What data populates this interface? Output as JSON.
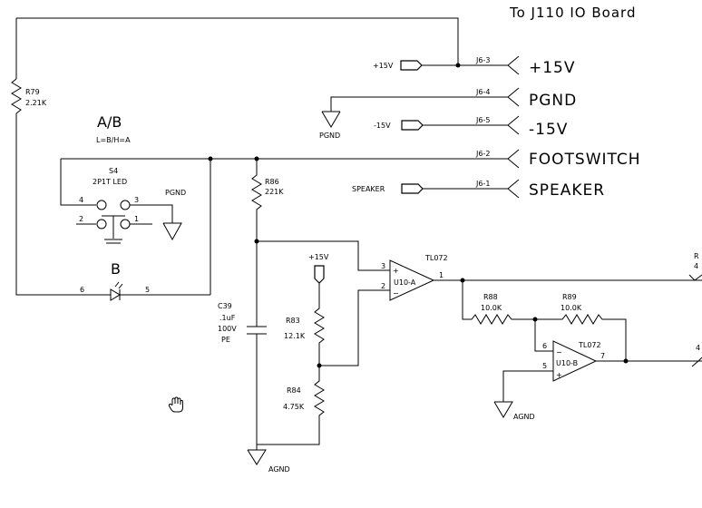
{
  "title": "To J110 IO Board",
  "connectors": [
    {
      "net": "+15V",
      "pin": "J6-3",
      "label": "+15V"
    },
    {
      "net": "",
      "pin": "J6-4",
      "label": "PGND"
    },
    {
      "net": "-15V",
      "pin": "J6-5",
      "label": "-15V"
    },
    {
      "net": "",
      "pin": "J6-2",
      "label": "FOOTSWITCH"
    },
    {
      "net": "SPEAKER",
      "pin": "J6-1",
      "label": "SPEAKER"
    }
  ],
  "grounds": {
    "pgnd_j6": "PGND",
    "pgnd_switch": "PGND",
    "agnd_main": "AGND",
    "agnd_u10b": "AGND"
  },
  "resistors": [
    {
      "ref": "R79",
      "value": "2.21K"
    },
    {
      "ref": "R86",
      "value": "221K"
    },
    {
      "ref": "R83",
      "value": "12.1K"
    },
    {
      "ref": "R84",
      "value": "4.75K"
    },
    {
      "ref": "R88",
      "value": "10.0K"
    },
    {
      "ref": "R89",
      "value": "10.0K"
    }
  ],
  "capacitor": {
    "ref": "C39",
    "value": ".1uF",
    "voltage": "100V",
    "type": "PE"
  },
  "switch": {
    "ref": "S4",
    "type": "2P1T LED",
    "title": "A/B",
    "note": "L=B/H=A",
    "pins": [
      "4",
      "3",
      "2",
      "1"
    ]
  },
  "led": {
    "label": "B",
    "pin_left": "6",
    "pin_right": "5"
  },
  "supply_pos": "+15V",
  "opamps": [
    {
      "part": "TL072",
      "unit": "U10-A",
      "pins": {
        "in_plus": "3",
        "in_minus": "2",
        "out": "1"
      }
    },
    {
      "part": "TL072",
      "unit": "U10-B",
      "pins": {
        "in_minus": "6",
        "in_plus": "5",
        "out": "7"
      }
    }
  ],
  "opamp_signs": {
    "plus": "+",
    "minus": "−"
  },
  "edge_refs": {
    "r_top": "R",
    "r_top_value": "4",
    "r_mid": "4"
  }
}
